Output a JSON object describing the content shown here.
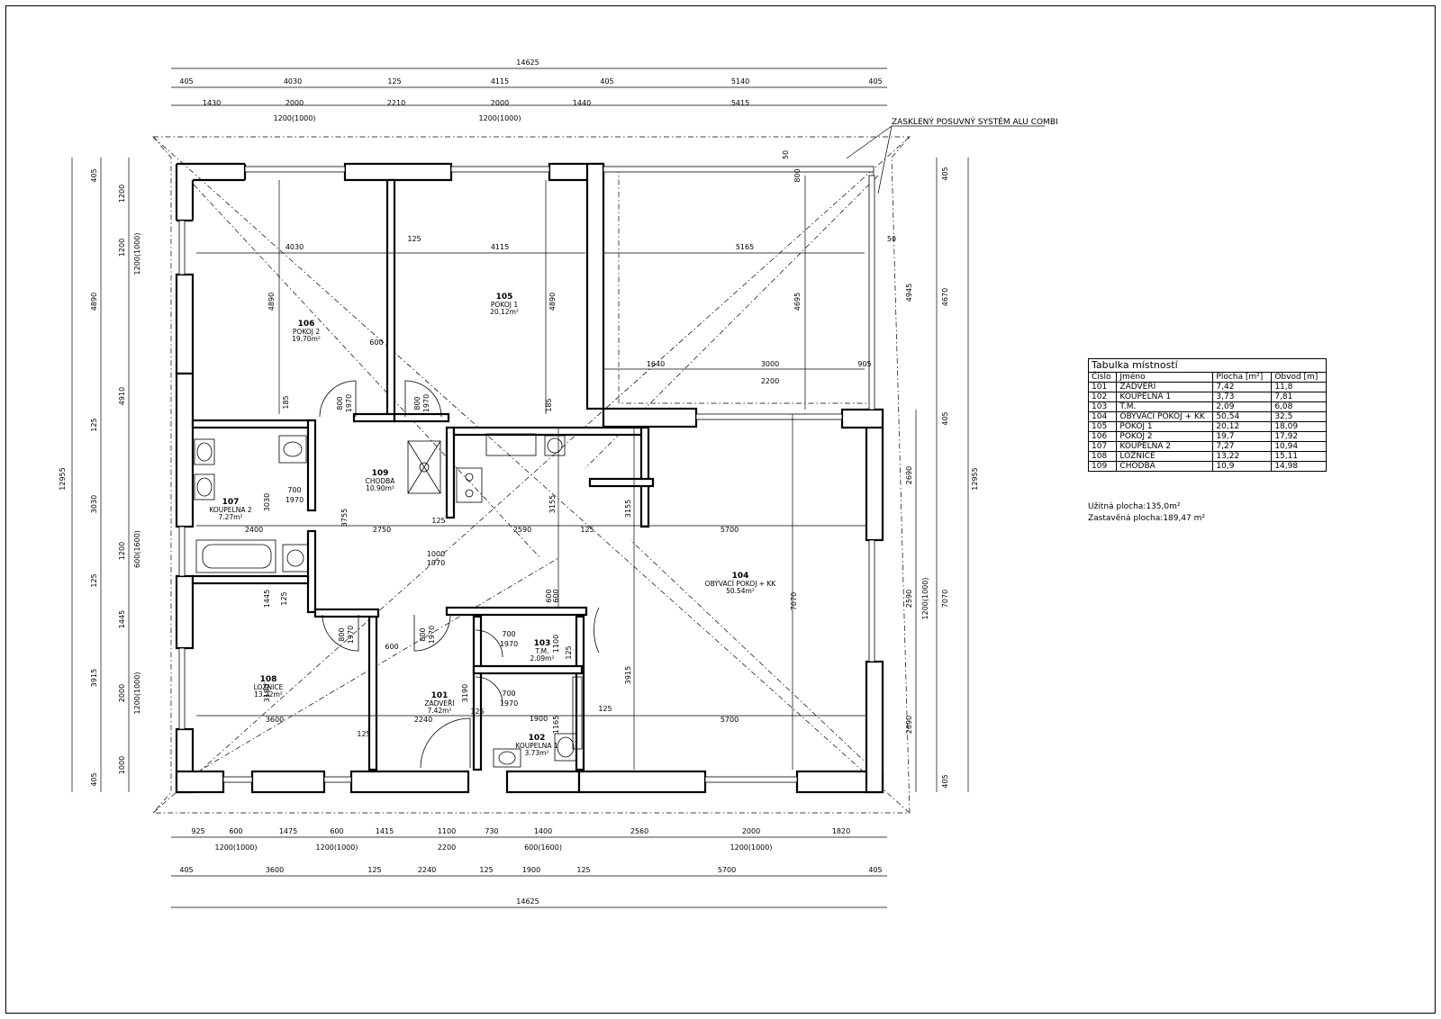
{
  "overall_dims": {
    "top_total": "14625",
    "bottom_total": "14625",
    "left_total": "12955",
    "right_total": "12955"
  },
  "top_dims_row1": [
    "405",
    "4030",
    "125",
    "4115",
    "405",
    "5140",
    "405"
  ],
  "top_dims_row2": [
    "1430",
    "2000",
    "2210",
    "2000",
    "1440",
    "5415"
  ],
  "top_dims_row3": [
    "1200(1000)",
    "1200(1000)"
  ],
  "bottom_dims_row1": [
    "925",
    "600",
    "1475",
    "600",
    "1415",
    "1100",
    "730",
    "1400",
    "2560",
    "2000",
    "1820"
  ],
  "bottom_dims_row2": [
    "1200(1000)",
    "1200(1000)",
    "2200",
    "600(1600)",
    "1200(1000)"
  ],
  "bottom_dims_row3": [
    "405",
    "3600",
    "125",
    "2240",
    "125",
    "1900",
    "125",
    "5700",
    "405"
  ],
  "left_dims_outer": [
    "405",
    "4890",
    "125",
    "3030",
    "125",
    "3915",
    "405"
  ],
  "left_dims_inner": [
    "1200",
    "1200",
    "4910",
    "1200",
    "1445",
    "2000",
    "1000"
  ],
  "left_dims_mid": [
    "1200(1000)",
    "600(1600)",
    "1200(1000)"
  ],
  "right_dims_outer": [
    "405",
    "4670",
    "405",
    "7070",
    "405"
  ],
  "right_dims_inner": [
    "4945",
    "2690",
    "2590",
    "2690"
  ],
  "right_dims_mid": [
    "1200(1000)"
  ],
  "right_small": [
    "50",
    "50",
    "800"
  ],
  "interior_dims": [
    "4030",
    "4115",
    "5165",
    "4890",
    "4890",
    "4695",
    "1640",
    "3000",
    "905",
    "2200",
    "600",
    "125",
    "185",
    "185",
    "800",
    "1970",
    "800",
    "1970",
    "700",
    "1970",
    "2400",
    "3030",
    "3755",
    "2750",
    "125",
    "2590",
    "3155",
    "3155",
    "125",
    "5700",
    "1000",
    "1970",
    "1445",
    "125",
    "800",
    "1970",
    "800",
    "1970",
    "600",
    "600",
    "700",
    "1970",
    "1100",
    "125",
    "3190",
    "3915",
    "7070",
    "700",
    "1970",
    "1900",
    "1165",
    "125",
    "125",
    "3600",
    "3190",
    "125",
    "2240",
    "5700",
    "600"
  ],
  "rooms": [
    {
      "id": "101",
      "name": "ZÁDVEŘÍ",
      "area": "7.42m²"
    },
    {
      "id": "102",
      "name": "KOUPELNA 1",
      "area": "3.73m²"
    },
    {
      "id": "103",
      "name": "T.M.",
      "area": "2.09m²"
    },
    {
      "id": "104",
      "name": "OBÝVACÍ POKOJ + KK",
      "area": "50.54m²"
    },
    {
      "id": "105",
      "name": "POKOJ 1",
      "area": "20.12m²"
    },
    {
      "id": "106",
      "name": "POKOJ 2",
      "area": "19.70m²"
    },
    {
      "id": "107",
      "name": "KOUPELNA 2",
      "area": "7.27m²"
    },
    {
      "id": "108",
      "name": "LOŽNICE",
      "area": "13.22m²"
    },
    {
      "id": "109",
      "name": "CHODBA",
      "area": "10.90m²"
    }
  ],
  "callout": "ZASKLENÝ POSUVNÝ SYSTÉM ALU COMBI",
  "table": {
    "title": "Tabulka místností",
    "headers": [
      "Číslo",
      "Jméno",
      "Plocha [m²]",
      "Obvod [m]"
    ],
    "rows": [
      [
        "101",
        "ZÁDVEŘÍ",
        "7,42",
        "11,8"
      ],
      [
        "102",
        "KOUPELNA 1",
        "3,73",
        "7,81"
      ],
      [
        "103",
        "T.M.",
        "2,09",
        "6,08"
      ],
      [
        "104",
        "OBÝVACÍ POKOJ + KK",
        "50,54",
        "32,5"
      ],
      [
        "105",
        "POKOJ 1",
        "20,12",
        "18,09"
      ],
      [
        "106",
        "POKOJ 2",
        "19,7",
        "17,92"
      ],
      [
        "107",
        "KOUPELNA 2",
        "7,27",
        "10,94"
      ],
      [
        "108",
        "LOŽNICE",
        "13,22",
        "15,11"
      ],
      [
        "109",
        "CHODBA",
        "10,9",
        "14,98"
      ]
    ]
  },
  "notes": {
    "usable": "Užitná plocha:135,0m²",
    "built": "Zastavěná plocha:189,47 m²"
  }
}
